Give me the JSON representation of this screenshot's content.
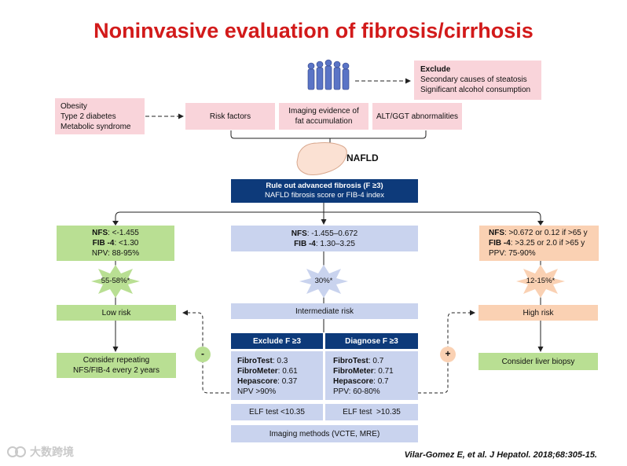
{
  "title": "Noninvasive evaluation of fibrosis/cirrhosis",
  "exclude": {
    "heading": "Exclude",
    "line1": "Secondary causes of steatosis",
    "line2": "Significant alcohol consumption"
  },
  "comorbidities": [
    "Obesity",
    "Type 2 diabetes",
    "Metabolic syndrome"
  ],
  "risk_factors": "Risk factors",
  "imaging_evidence": [
    "Imaging evidence of",
    "fat accumulation"
  ],
  "alt_ggt": "ALT/GGT abnormalities",
  "nafld": "NAFLD",
  "rule_out": {
    "line1": "Rule out advanced fibrosis (F ≥3)",
    "line2": "NAFLD fibrosis score or FIB-4 index"
  },
  "left_scores": {
    "nfs_label": "NFS",
    "nfs_value": ": <-1.455",
    "fib4_label": "FIB -4",
    "fib4_value": ": <1.30",
    "npv": "NPV: 88-95%"
  },
  "middle_scores": {
    "nfs_label": "NFS",
    "nfs_value": ": -1.455–0.672",
    "fib4_label": "FIB -4",
    "fib4_value": ": 1.30–3.25"
  },
  "right_scores": {
    "nfs_label": "NFS",
    "nfs_value": ": >0.672 or 0.12 if >65 y",
    "fib4_label": "FIB -4",
    "fib4_value": ": >3.25 or 2.0 if >65 y",
    "ppv": "PPV: 75-90%"
  },
  "stars": {
    "left": "55-58%*",
    "middle": "30%*",
    "right": "12-15%*"
  },
  "low_risk": "Low risk",
  "intermediate_risk": "Intermediate risk",
  "high_risk": "High risk",
  "exclude_f3": "Exclude F ≥3",
  "diagnose_f3": "Diagnose F ≥3",
  "exclude_tests": {
    "fibrotest_label": "FibroTest",
    "fibrotest_value": ": 0.3",
    "fibrometer_label": "FibroMeter",
    "fibrometer_value": ": 0.61",
    "hepascore_label": "Hepascore",
    "hepascore_value": ": 0.37",
    "npv": "NPV >90%"
  },
  "diagnose_tests": {
    "fibrotest_label": "FibroTest",
    "fibrotest_value": ": 0.7",
    "fibrometer_label": "FibroMeter",
    "fibrometer_value": ": 0.71",
    "hepascore_label": "Hepascore",
    "hepascore_value": ": 0.7",
    "ppv": "PPV: 60-80%"
  },
  "elf_left": "ELF test <10.35",
  "elf_right": "ELF test  >10.35",
  "imaging_methods": "Imaging methods (VCTE, MRE)",
  "consider_repeating": [
    "Consider repeating",
    "NFS/FIB-4 every 2 years"
  ],
  "consider_biopsy": "Consider liver biopsy",
  "minus": "-",
  "plus": "+",
  "citation": "Vilar-Gomez E, et al. J Hepatol. 2018;68:305-15.",
  "watermark": "大数跨境"
}
